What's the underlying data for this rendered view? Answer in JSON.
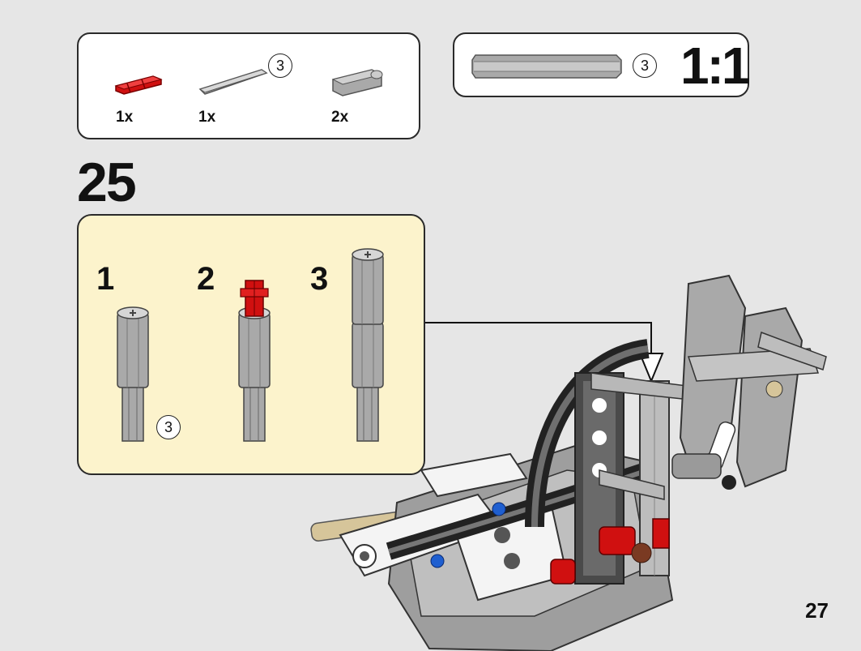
{
  "parts": [
    {
      "qty": "1x",
      "icon": "red-axle-connector-icon"
    },
    {
      "qty": "1x",
      "icon": "grey-axle-3-icon",
      "length_label": "3"
    },
    {
      "qty": "2x",
      "icon": "grey-axle-connector-icon"
    }
  ],
  "scale": {
    "length_label": "3",
    "ratio": "1:1"
  },
  "step": {
    "number": "25"
  },
  "substeps": [
    {
      "number": "1",
      "length_label": "3"
    },
    {
      "number": "2"
    },
    {
      "number": "3"
    }
  ],
  "page": {
    "number": "27"
  },
  "colors": {
    "background": "#e6e6e6",
    "callout": "#fcf3cc",
    "red": "#d01010",
    "grey": "#a9a9a9",
    "tan": "#d6c59a"
  }
}
